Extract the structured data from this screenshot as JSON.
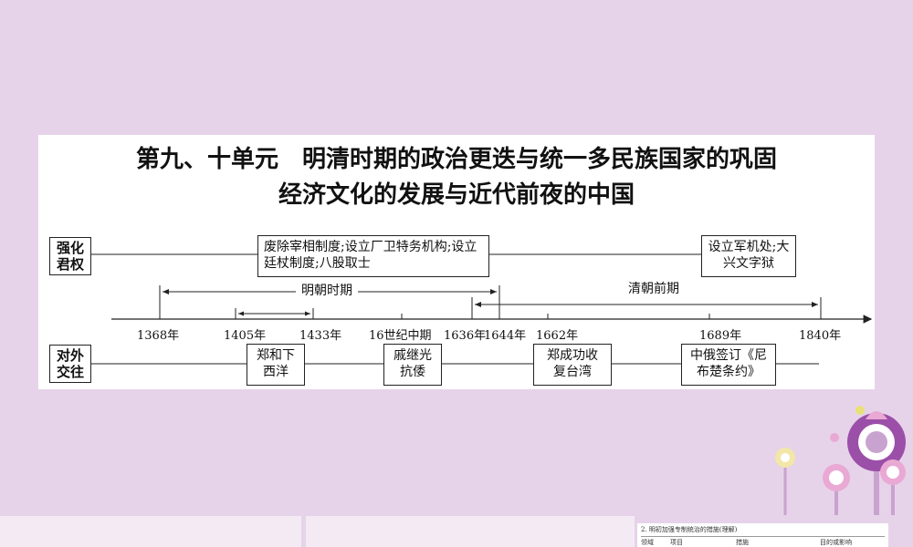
{
  "title": {
    "line1": "第九、十单元　明清时期的政治更迭与统一多民族国家的巩固",
    "line2": "经济文化的发展与近代前夜的中国"
  },
  "rows": {
    "top_label": "强化君权",
    "bottom_label": "对外交往"
  },
  "top_events": [
    {
      "text": "废除宰相制度;设立厂卫特务机构;设立廷杖制度;八股取士"
    },
    {
      "text": "设立军机处;大兴文字狱"
    }
  ],
  "periods": {
    "ming": "明朝时期",
    "qing": "清朝前期"
  },
  "ticks": [
    "1368年",
    "1405年",
    "1433年",
    "16世纪中期",
    "1636年",
    "1644年",
    "1662年",
    "1689年",
    "1840年"
  ],
  "bottom_events": [
    {
      "text": "郑和下西洋"
    },
    {
      "text": "戚继光抗倭"
    },
    {
      "text": "郑成功收复台湾"
    },
    {
      "text": "中俄签订《尼布楚条约》"
    }
  ],
  "thumbnail": {
    "caption": "2. 明初加强专制统治的措施(理解)",
    "headers": [
      "领域",
      "项目",
      "措施",
      "目的或影响"
    ]
  },
  "colors": {
    "background": "#e6d3e9",
    "line": "#222222",
    "flower_purple": "#9b4fa8",
    "flower_pink": "#e9a9d4",
    "flower_yellow": "#e9e07a"
  }
}
